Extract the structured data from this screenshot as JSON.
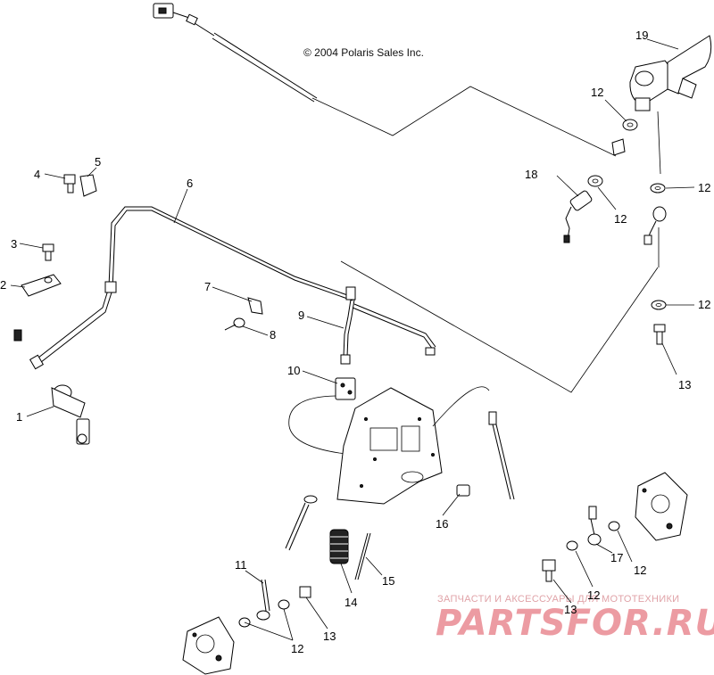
{
  "copyright": "© 2004 Polaris Sales Inc.",
  "watermark": {
    "tagline": "ЗАПЧАСТИ И АКСЕССУАРЫ ДЛЯ МОТОТЕХНИКИ",
    "logo": "PARTSFOR.RU"
  },
  "callouts": {
    "c1": "1",
    "c2": "2",
    "c3": "3",
    "c4": "4",
    "c5": "5",
    "c6": "6",
    "c7": "7",
    "c8": "8",
    "c9": "9",
    "c10": "10",
    "c11": "11",
    "c12a": "12",
    "c12b": "12",
    "c12c": "12",
    "c12d": "12",
    "c12e": "12",
    "c12f": "12",
    "c12g": "12",
    "c13a": "13",
    "c13b": "13",
    "c13c": "13",
    "c14": "14",
    "c15": "15",
    "c16": "16",
    "c17": "17",
    "c18": "18",
    "c19": "19"
  }
}
